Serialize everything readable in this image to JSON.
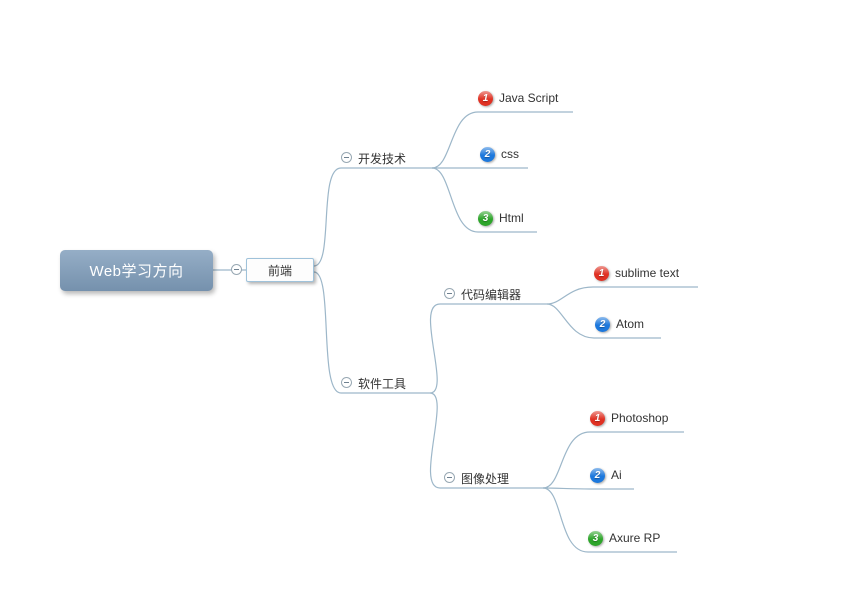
{
  "root": {
    "label": "Web学习方向",
    "color": "#7e9cba"
  },
  "branch": {
    "label": "前端",
    "border_color": "#9fc2da"
  },
  "topics": {
    "dev": {
      "label": "开发技术"
    },
    "tools": {
      "label": "软件工具"
    },
    "editor": {
      "label": "代码编辑器"
    },
    "image": {
      "label": "图像处理"
    }
  },
  "leaves": {
    "javascript": {
      "label": "Java Script",
      "badge": "1",
      "color": "#e03123"
    },
    "css": {
      "label": "css",
      "badge": "2",
      "color": "#1c78dd"
    },
    "html": {
      "label": "Html",
      "badge": "3",
      "color": "#2da52a"
    },
    "sublime": {
      "label": "sublime text",
      "badge": "1",
      "color": "#e03123"
    },
    "atom": {
      "label": "Atom",
      "badge": "2",
      "color": "#1c78dd"
    },
    "photoshop": {
      "label": "Photoshop",
      "badge": "1",
      "color": "#e03123"
    },
    "ai": {
      "label": "Ai",
      "badge": "2",
      "color": "#1c78dd"
    },
    "axure": {
      "label": "Axure RP",
      "badge": "3",
      "color": "#2da52a"
    }
  },
  "colors": {
    "connector": "#9db7c9"
  }
}
